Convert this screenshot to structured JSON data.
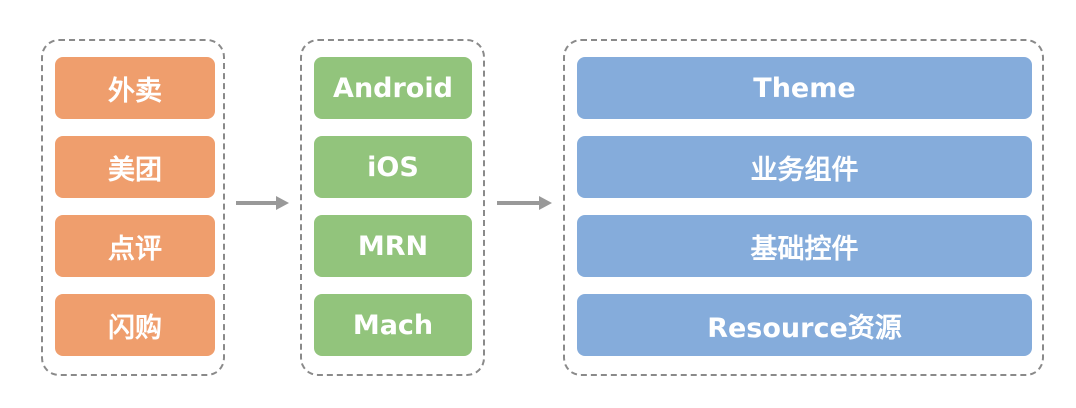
{
  "colors": {
    "app": "#ef9e6d",
    "platform": "#92c47c",
    "layer": "#85acdb",
    "arrow": "#999999",
    "border": "#8a8a8a"
  },
  "apps": [
    "外卖",
    "美团",
    "点评",
    "闪购"
  ],
  "platforms": [
    "Android",
    "iOS",
    "MRN",
    "Mach"
  ],
  "layers": [
    "Theme",
    "业务组件",
    "基础控件",
    "Resource资源"
  ]
}
